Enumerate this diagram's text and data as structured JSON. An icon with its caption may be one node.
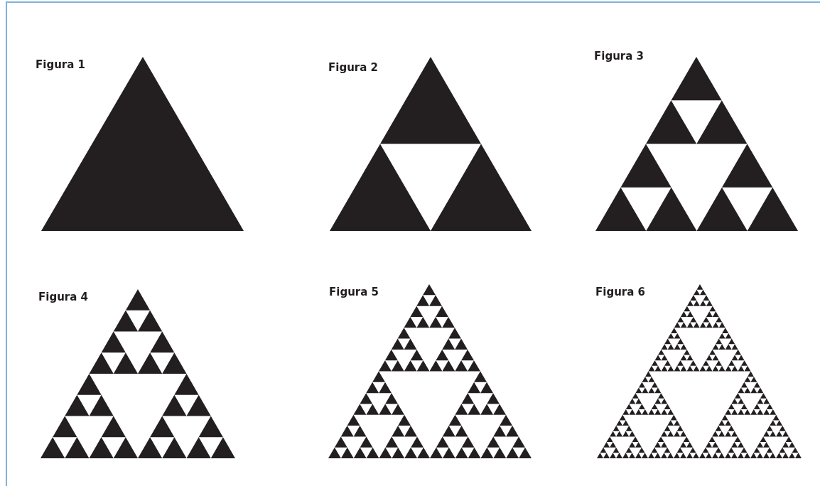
{
  "diagram": {
    "labels": [
      "Figura 1",
      "Figura 2",
      "Figura 3",
      "Figura 4",
      "Figura 5",
      "Figura 6"
    ]
  }
}
